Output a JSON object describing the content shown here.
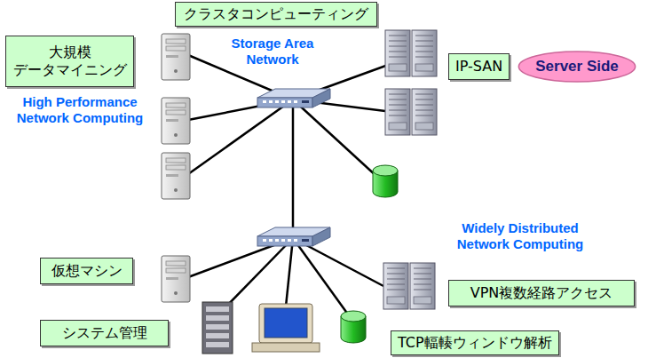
{
  "diagram": {
    "nodes": [
      {
        "text": [
          "クラスタコンピューティング"
        ]
      },
      {
        "text": [
          "大規模 データマイニング"
        ]
      },
      {
        "text": [
          "IP-SAN"
        ]
      },
      {
        "text": [
          "Server Side"
        ]
      },
      {
        "text": [
          "仮想マシン"
        ]
      },
      {
        "text": [
          "VPN複数経路アクセス"
        ]
      },
      {
        "text": [
          "システム管理"
        ]
      },
      {
        "text": [
          "TCP輻輳ウィンドウ解析"
        ]
      }
    ],
    "labels": [
      "Storage Area Network",
      "High Performance Network Computing",
      "Widely Distributed Network Computing"
    ]
  }
}
